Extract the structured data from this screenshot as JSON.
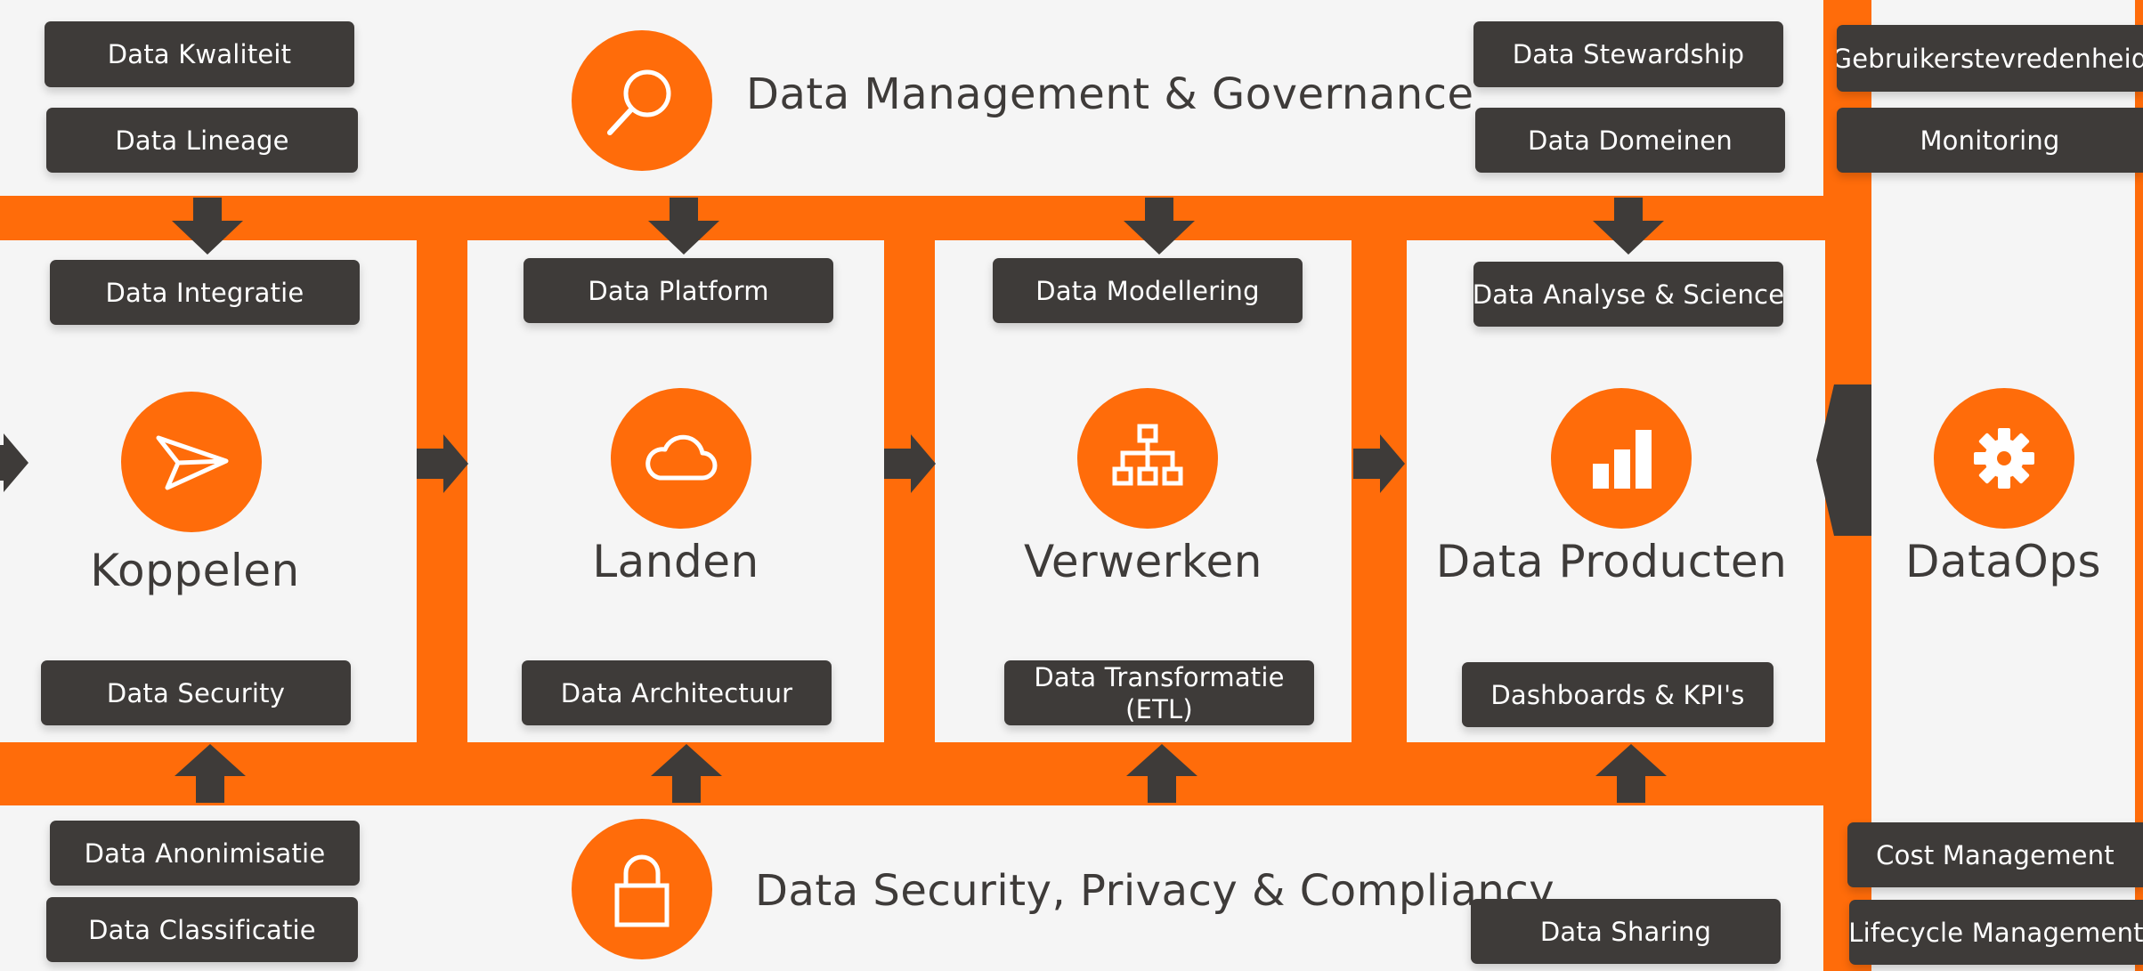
{
  "header": {
    "title": "Data Management & Governance",
    "icon": "search-icon"
  },
  "footer": {
    "title": "Data Security, Privacy & Compliancy",
    "icon": "lock-icon"
  },
  "top_tags": {
    "kwaliteit": "Data Kwaliteit",
    "lineage": "Data Lineage",
    "stewardship": "Data Stewardship",
    "domeinen": "Data Domeinen"
  },
  "bottom_tags": {
    "anonimisatie": "Data Anonimisatie",
    "classificatie": "Data Classificatie",
    "sharing": "Data Sharing"
  },
  "stages": [
    {
      "title": "Koppelen",
      "icon": "send-icon",
      "top_tag": "Data Integratie",
      "bottom_tag": "Data Security"
    },
    {
      "title": "Landen",
      "icon": "cloud-icon",
      "top_tag": "Data Platform",
      "bottom_tag": "Data Architectuur"
    },
    {
      "title": "Verwerken",
      "icon": "hierarchy-icon",
      "top_tag": "Data Modellering",
      "bottom_tag": "Data Transformatie (ETL)"
    },
    {
      "title": "Data Producten",
      "icon": "bar-chart-icon",
      "top_tag": "Data Analyse & Science",
      "bottom_tag": "Dashboards & KPI's"
    }
  ],
  "dataops": {
    "title": "DataOps",
    "icon": "gear-icon",
    "tags": [
      "Gebruikerstevredenheid",
      "Monitoring",
      "Cost Management",
      "Lifecycle Management"
    ]
  },
  "colors": {
    "orange": "#ff6c0a",
    "dark": "#3e3b39",
    "background": "#f5f5f5"
  }
}
